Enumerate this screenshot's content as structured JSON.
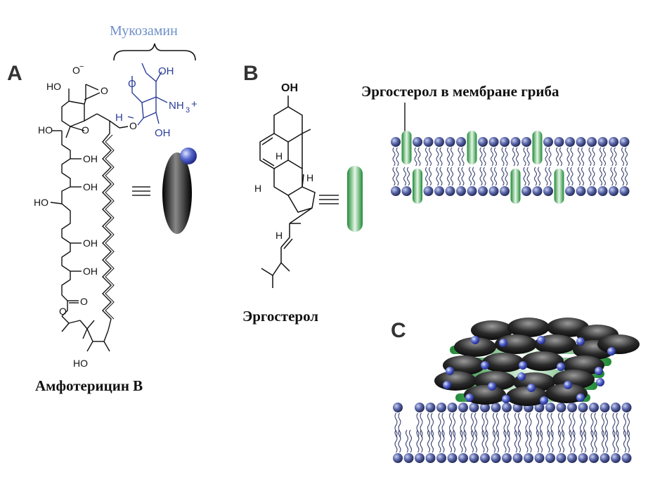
{
  "panels": {
    "a": "A",
    "b": "B",
    "c": "C"
  },
  "labels": {
    "mycosamine": "Мукозамин",
    "amphotericin": "Амфотерицин В",
    "ergosterol": "Эргостерол",
    "ergosterol_membrane": "Эргостерол в мембране гриба"
  },
  "amph_atoms": {
    "o_minus": "O",
    "minus": "−",
    "ho_top": "HO",
    "ho_2": "HO",
    "o_ring": "O",
    "o_carbonyl": "O",
    "oh_1": "OH",
    "oh_2": "OH",
    "ho_3": "HO",
    "oh_3": "OH",
    "oh_4": "OH",
    "o_lactone": "O",
    "o_lac_carbonyl": "O",
    "ho_bottom": "HO",
    "o_glyco": "O"
  },
  "sugar_atoms": {
    "o_ring": "O",
    "h": "H",
    "oh_top": "OH",
    "nh3": "NH",
    "nh3_sub": "3",
    "nh3_charge": "+",
    "oh_bottom": "OH"
  },
  "ergo_atoms": {
    "oh": "OH",
    "h1": "H",
    "h2": "H",
    "h3": "H",
    "h4": "H"
  },
  "colors": {
    "mycosamine": "#2b3d9a",
    "mycosamine_label": "#6e8fc8",
    "ergosterol_green": "#2ea844",
    "lipid_head": "#3a4270"
  }
}
